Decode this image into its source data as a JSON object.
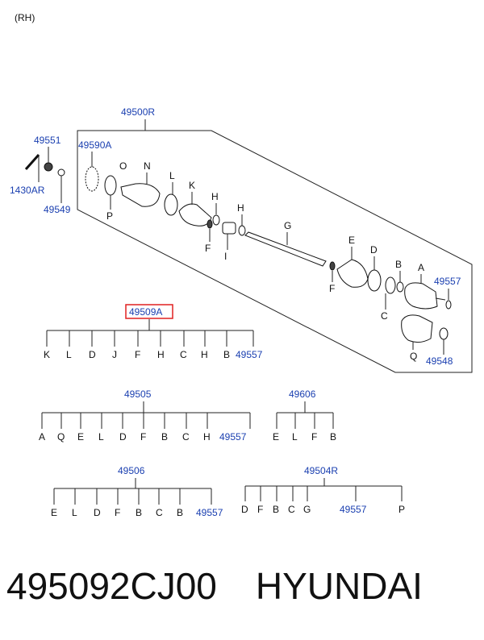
{
  "side": "(RH)",
  "assembly": "49500R",
  "left_parts": [
    "49551",
    "1430AR",
    "49549",
    "49590A"
  ],
  "shaft_letters": [
    "O",
    "N",
    "L",
    "K",
    "H",
    "H",
    "F",
    "I",
    "G",
    "E",
    "D",
    "F",
    "B",
    "A",
    "C",
    "Q"
  ],
  "right_parts": [
    "49557",
    "49548"
  ],
  "kit_highlight_color": "#e02020",
  "kits": [
    {
      "code": "49509A",
      "items": [
        "K",
        "L",
        "D",
        "J",
        "F",
        "H",
        "C",
        "H",
        "B",
        "49557"
      ]
    },
    {
      "code": "49505",
      "items": [
        "A",
        "Q",
        "E",
        "L",
        "D",
        "F",
        "B",
        "C",
        "H",
        "49557"
      ]
    },
    {
      "code": "49606",
      "items": [
        "E",
        "L",
        "F",
        "B"
      ]
    },
    {
      "code": "49506",
      "items": [
        "E",
        "L",
        "D",
        "F",
        "B",
        "C",
        "B",
        "49557"
      ]
    },
    {
      "code": "49504R",
      "items": [
        "D",
        "F",
        "B",
        "C",
        "G",
        "49557",
        "P"
      ]
    }
  ],
  "p_label": "P",
  "footer": {
    "part_number": "495092CJ00",
    "brand": "HYUNDAI"
  }
}
